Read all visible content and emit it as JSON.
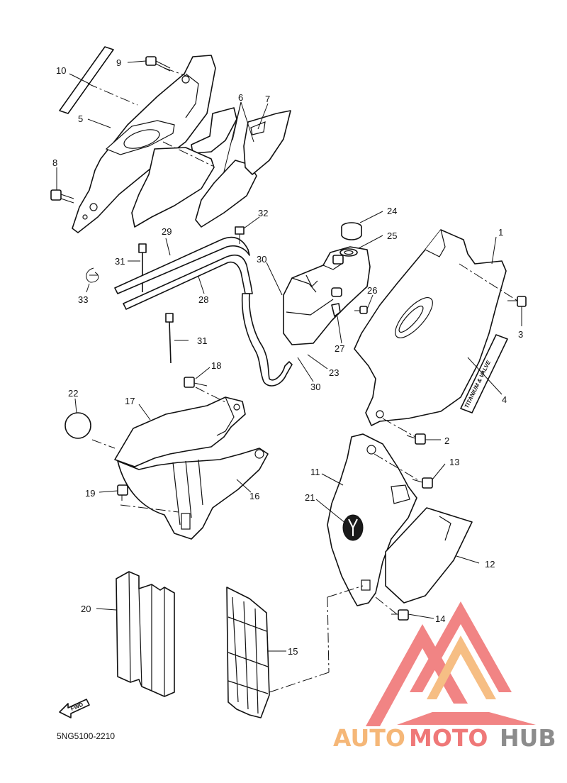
{
  "callouts": {
    "c1": "1",
    "c2": "2",
    "c3": "3",
    "c4": "4",
    "c5": "5",
    "c6": "6",
    "c7": "7",
    "c8": "8",
    "c9": "9",
    "c10": "10",
    "c11": "11",
    "c12": "12",
    "c13": "13",
    "c14": "14",
    "c15": "15",
    "c16": "16",
    "c17": "17",
    "c18": "18",
    "c19": "19",
    "c20": "20",
    "c21": "21",
    "c22": "22",
    "c23": "23",
    "c24": "24",
    "c25": "25",
    "c26": "26",
    "c27": "27",
    "c28": "28",
    "c29": "29",
    "c30a": "30",
    "c30b": "30",
    "c31a": "31",
    "c31b": "31",
    "c32": "32",
    "c33": "33"
  },
  "decal_text": "TITANIUM & VALVE",
  "fwd_label": "FWD",
  "diagram_code": "5NG5100-2210",
  "watermark": {
    "part1": "AUTO",
    "part2": "MOTO",
    "part3": "HUB",
    "color_orange": "#f5b06a",
    "color_red": "#ee6a6a",
    "color_gray": "#808080"
  }
}
